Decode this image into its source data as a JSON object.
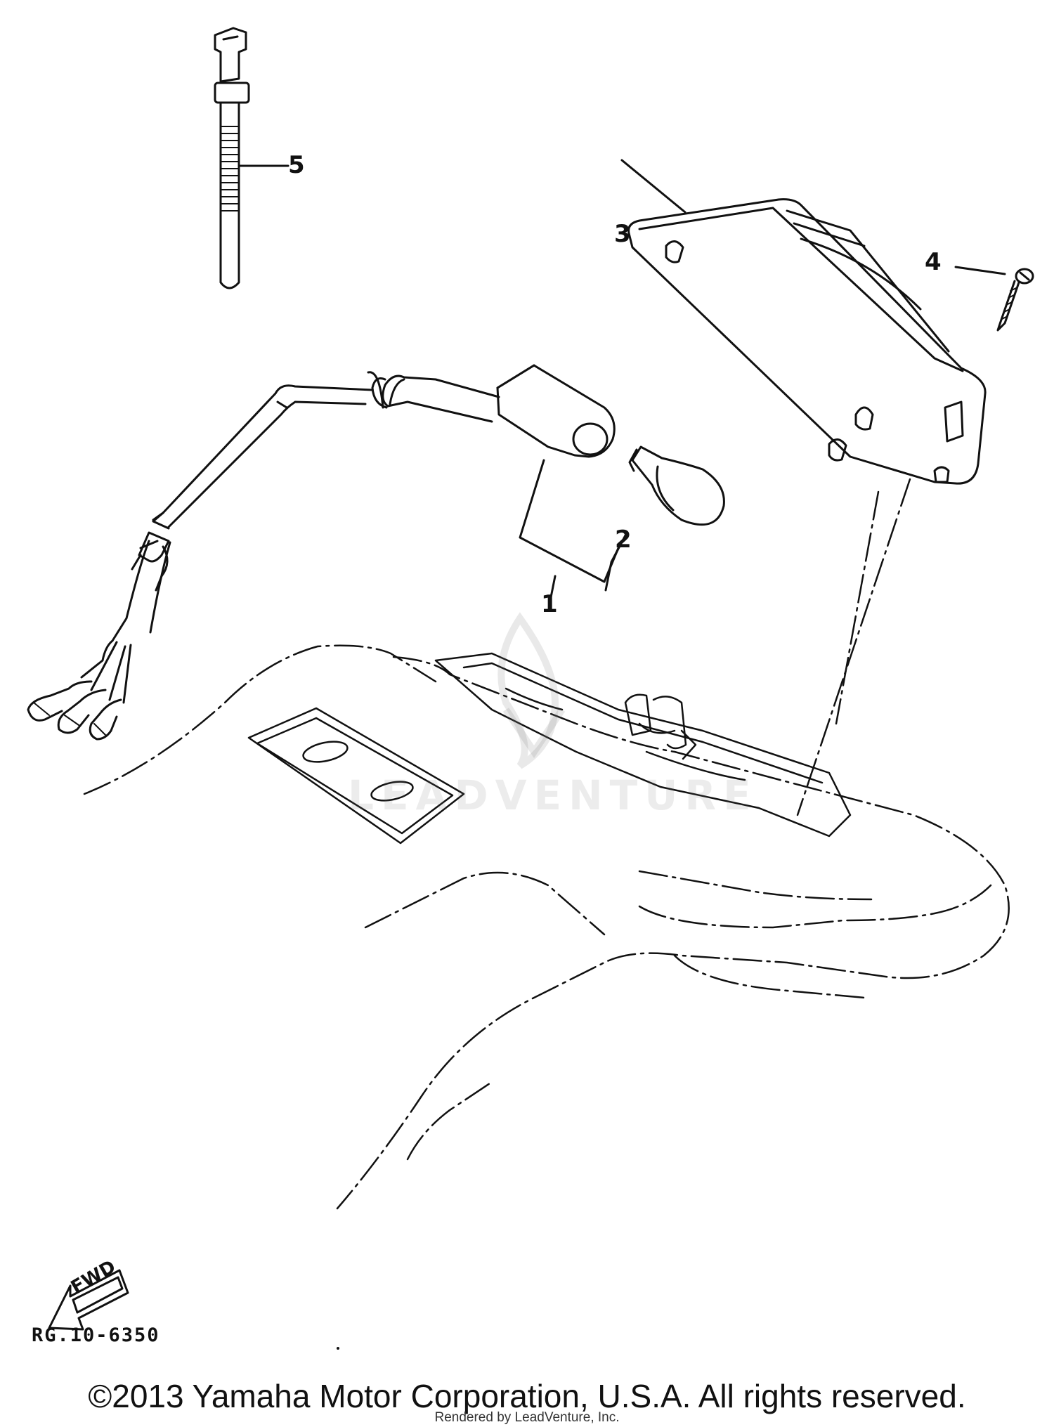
{
  "callouts": {
    "part_1": "1",
    "part_2": "2",
    "part_3": "3",
    "part_4": "4",
    "part_5": "5"
  },
  "fwd_label": "FWD",
  "drawing_code": "RG.10-6350",
  "copyright": "©2013 Yamaha Motor Corporation, U.S.A. All rights reserved.",
  "rendered_by": "Rendered by LeadVenture, Inc.",
  "watermark": "LEADVENTURE",
  "colors": {
    "line": "#111111",
    "background": "#ffffff"
  }
}
